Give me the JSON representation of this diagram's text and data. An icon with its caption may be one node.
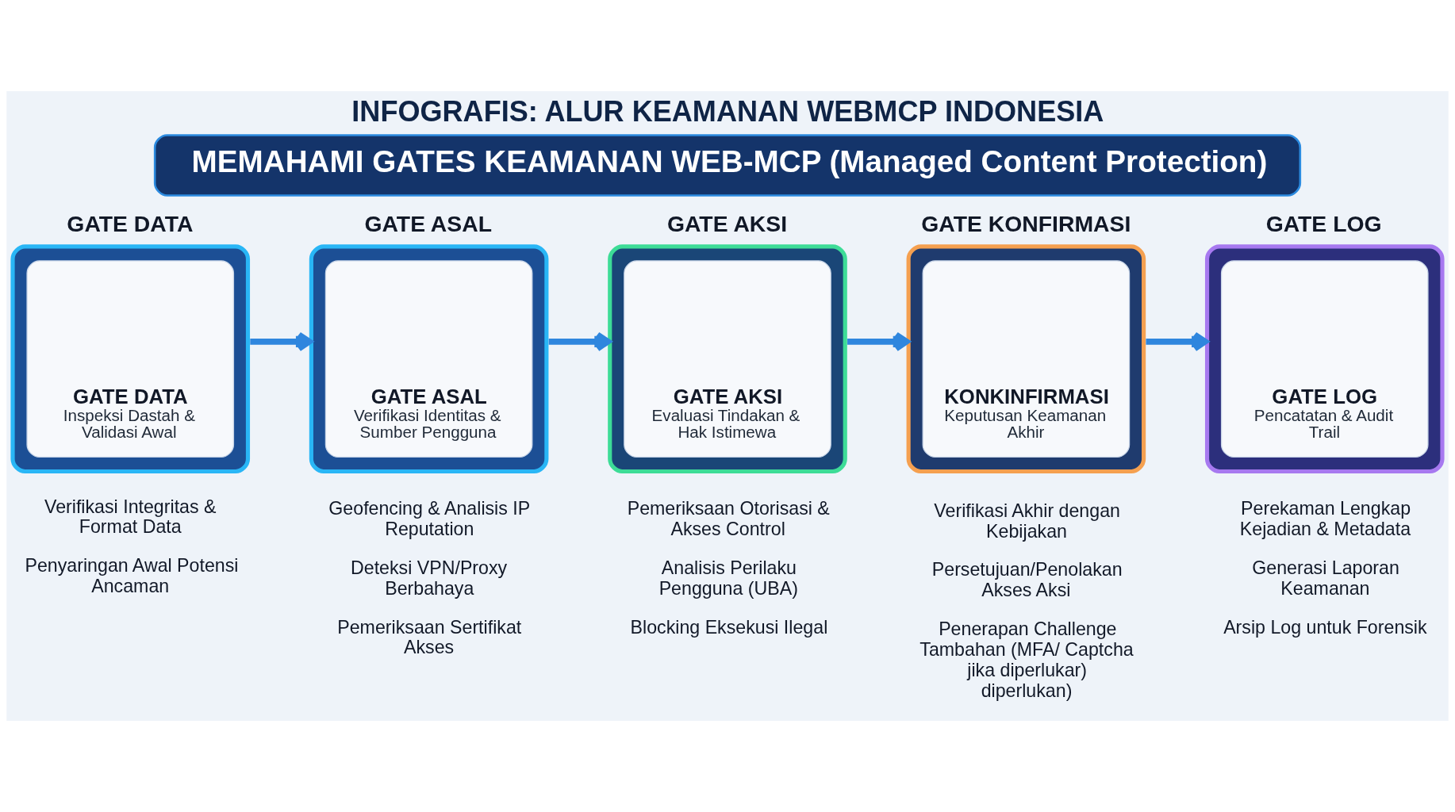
{
  "diagram": {
    "title": "INFOGRAFIS: ALUR KEAMANAN WEBMCP INDONESIA",
    "nodes": [
      {
        "text": [
          "MEMAHAMI GATES KEAMANAN WEB-MCP (Managed Content Protection)"
        ]
      },
      {
        "text": [
          "GATE DATA",
          "GATE DATA",
          "Inspeksi Dastah & Validasi Awal"
        ],
        "beside": [
          "Verifikasi Integritas & Format Data",
          "Penyaringan Awal Potensi Ancaman"
        ]
      },
      {
        "text": [
          "GATE ASAL",
          "GATE ASAL",
          "Verifikasi Identitas & Sumber Pengguna"
        ],
        "beside": [
          "Geofencing & Analisis IP Reputation",
          "Deteksi VPN/Proxy Berbahaya",
          "Pemeriksaan Sertifikat Akses"
        ]
      },
      {
        "text": [
          "GATE AKSI",
          "GATE AKSI",
          "Evaluasi Tindakan & Hak Istimewa"
        ],
        "beside": [
          "Pemeriksaan Otorisasi & Akses Control",
          "Analisis Perilaku Pengguna (UBA)",
          "Blocking Eksekusi Ilegal"
        ]
      },
      {
        "text": [
          "GATE KONFIRMASI",
          "KONKINFIRMASI",
          "Keputusan Keamanan Akhir"
        ],
        "beside": [
          "Verifikasi Akhir dengan Kebijakan",
          "Persetujuan/Penolakan Akses Aksi",
          "Penerapan Challenge Tambahan (MFA/ Captcha jika diperlukar) diperlukan)"
        ]
      },
      {
        "text": [
          "GATE LOG",
          "GATE LOG",
          "Pencatatan & Audit Trail"
        ],
        "beside": [
          "Perekaman Lengkap Kejadian & Metadata",
          "Generasi Laporan Keamanan",
          "Arsip Log untuk Forensik"
        ]
      }
    ],
    "edges": [
      {
        "from": 1,
        "to": 2,
        "arrow": "to"
      },
      {
        "from": 2,
        "to": 3,
        "arrow": "to"
      },
      {
        "from": 3,
        "to": 4,
        "arrow": "to"
      },
      {
        "from": 4,
        "to": 5,
        "arrow": "to"
      }
    ]
  }
}
